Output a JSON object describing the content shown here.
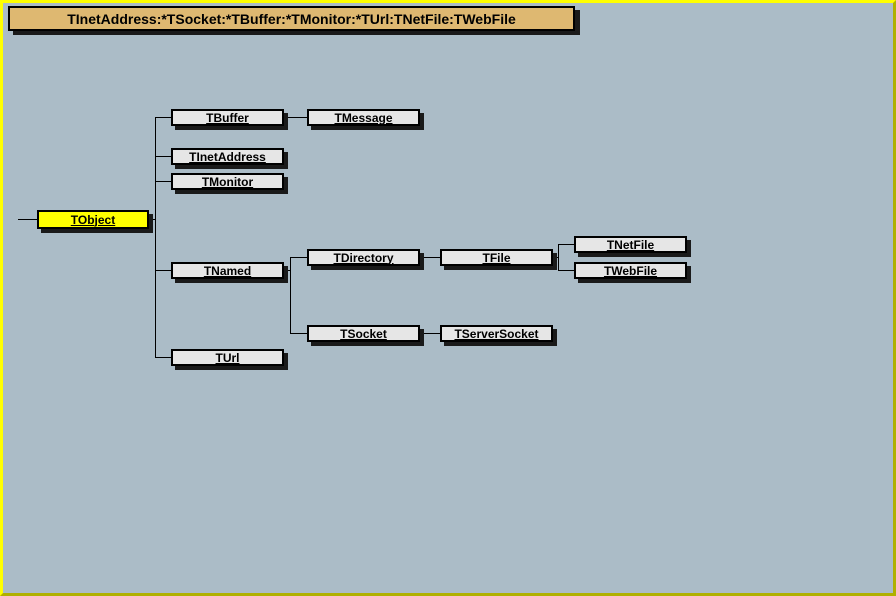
{
  "window": {
    "title": "TInetAddress:*TSocket:*TBuffer:*TMonitor:*TUrl:TNetFile:TWebFile"
  },
  "colors": {
    "background": "#ABBCC7",
    "border-light": "#FFFF00",
    "border-dark": "#B0B000",
    "title-fill": "#DEB871",
    "node-fill": "#E6E6E6",
    "highlight-fill": "#FFFF00",
    "line": "#000000",
    "shadow": "#1A1A1A"
  },
  "diagram": {
    "nodes": {
      "tobject": {
        "label": "TObject",
        "highlighted": true
      },
      "tbuffer": {
        "label": "TBuffer"
      },
      "tmessage": {
        "label": "TMessage"
      },
      "tinetaddress": {
        "label": "TInetAddress"
      },
      "tmonitor": {
        "label": "TMonitor"
      },
      "tnamed": {
        "label": "TNamed"
      },
      "tdirectory": {
        "label": "TDirectory"
      },
      "tfile": {
        "label": "TFile"
      },
      "tnetfile": {
        "label": "TNetFile"
      },
      "twebfile": {
        "label": "TWebFile"
      },
      "tsocket": {
        "label": "TSocket"
      },
      "tserversocket": {
        "label": "TServerSocket"
      },
      "turl": {
        "label": "TUrl"
      }
    }
  }
}
